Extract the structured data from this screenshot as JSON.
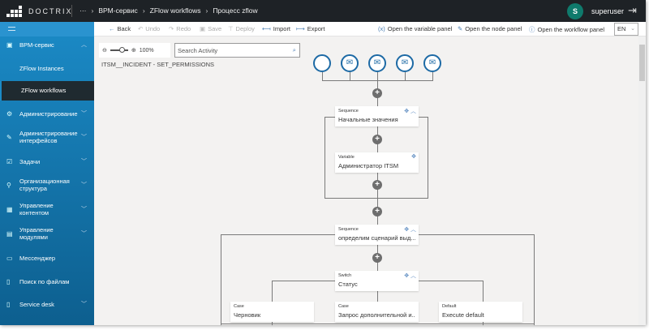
{
  "app": {
    "logo": "DOCTRIX",
    "user_initial": "S",
    "user_name": "superuser"
  },
  "breadcrumb": {
    "more": "···",
    "items": [
      "BPM-сервис",
      "ZFlow workflows",
      "Процесс zflow"
    ]
  },
  "sidebar": {
    "items": [
      {
        "label": "BPM-сервис",
        "icon": "bpm-icon",
        "expanded": true,
        "children": [
          "ZFlow Instances",
          "ZFlow workflows"
        ],
        "active_child": "ZFlow workflows"
      },
      {
        "label": "Администрирование",
        "icon": "gear-icon"
      },
      {
        "label": "Администрирование интерфейсов",
        "icon": "edit-icon"
      },
      {
        "label": "Задачи",
        "icon": "checkbox-icon"
      },
      {
        "label": "Организационная структура",
        "icon": "org-icon"
      },
      {
        "label": "Управление контентом",
        "icon": "content-icon"
      },
      {
        "label": "Управление модулями",
        "icon": "modules-icon"
      },
      {
        "label": "Мессенджер",
        "icon": "chat-icon"
      },
      {
        "label": "Поиск по файлам",
        "icon": "file-search-icon"
      },
      {
        "label": "Service desk",
        "icon": "service-desk-icon"
      }
    ]
  },
  "toolbar": {
    "back": "Back",
    "undo": "Undo",
    "redo": "Redo",
    "save": "Save",
    "deploy": "Deploy",
    "import": "Import",
    "export": "Export",
    "variable_panel": "Open the variable panel",
    "node_panel": "Open the node panel",
    "workflow_panel": "Open the workflow panel",
    "language": "EN"
  },
  "canvas": {
    "zoom": "100%",
    "search_placeholder": "Search Activity",
    "workflow_name": "ITSM__INCIDENT - SET_PERMISSIONS",
    "nodes": [
      {
        "type": "Sequence",
        "value": "Начальные значения"
      },
      {
        "type": "Variable",
        "value": "Администратор ITSM"
      },
      {
        "type": "Sequence",
        "value": "определим сценарий выд..."
      },
      {
        "type": "Switch",
        "value": "Статус"
      },
      {
        "type": "Case",
        "value": "Черновик"
      },
      {
        "type": "Case",
        "value": "Запрос дополнительной и..."
      },
      {
        "type": "Default",
        "value": "Execute default"
      }
    ]
  },
  "colors": {
    "topbar": "#1e2226",
    "sidebar": "#1b8ac6",
    "accent": "#1d6aa5",
    "avatar": "#0f7a6c",
    "canvas": "#f3f2f1"
  }
}
